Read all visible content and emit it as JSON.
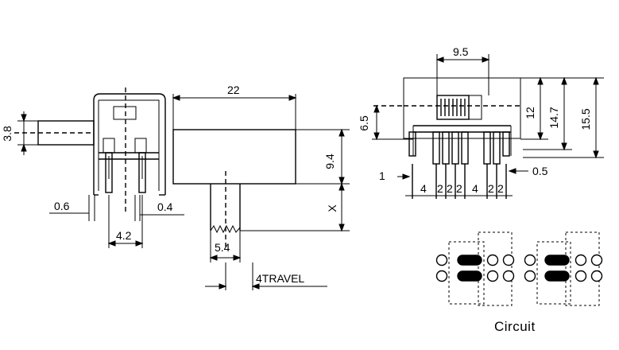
{
  "side_view": {
    "dim_height": "3.8",
    "dim_pin_width": "0.6",
    "dim_pin_gap": "0.4",
    "dim_pin_spacing": "4.2"
  },
  "front_view": {
    "dim_length": "22",
    "dim_body_height": "9.4",
    "dim_stroke": "X",
    "dim_knob_width": "5.4",
    "travel_label": "4TRAVEL"
  },
  "terminal_view": {
    "dim_top_width": "9.5",
    "dim_left_height": "6.5",
    "dim_h1": "12",
    "dim_h2": "14.7",
    "dim_h3": "15.5",
    "dim_left_offset": "1",
    "dim_right_thickness": "0.5",
    "dim_spacing": [
      "4",
      "2",
      "2",
      "2",
      "4",
      "2",
      "2"
    ]
  },
  "circuit": {
    "caption": "Circuit"
  }
}
